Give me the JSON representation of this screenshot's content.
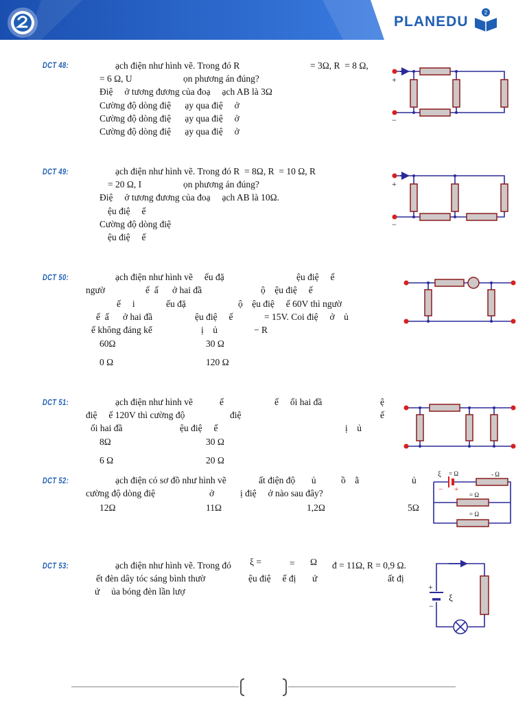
{
  "brand": {
    "name": "PLANEDU"
  },
  "questions": [
    {
      "label": "DCT 48:",
      "lines": [
        "ạch điện như hình vẽ. Trong đó R",
        "= 3Ω, R  = 8 Ω,",
        "= 6 Ω, U",
        "ọn phương án đúng?",
        "Điệ     ở tương đương của đoạ     ạch AB là 3Ω",
        "Cường độ dòng điệ      ạy qua điệ     ở",
        "Cường độ dòng điệ      ạy qua điệ     ở",
        "Cường độ dòng điệ      ạy qua điệ     ở"
      ]
    },
    {
      "label": "DCT 49:",
      "lines": [
        "ạch điện như hình vẽ. Trong đó R  = 8Ω, R  = 10 Ω, R",
        "= 20 Ω, I",
        "ọn phương án đúng?",
        "Điệ     ở tương đương của đoạ     ạch AB là 10Ω.",
        "ệu điệ     ế",
        "Cường độ dòng điệ",
        "ệu điệ     ế"
      ]
    },
    {
      "label": "DCT 50:",
      "lines": [
        "ạch điện như hình vẽ     ếu đặ",
        "ệu điệ     ế",
        "ngườ",
        "ế  ấ      ở hai đầ",
        "ộ    ệu điệ     ế",
        "ế     i",
        "ếu đặ",
        "ộ    ệu điệ     ế 60V thì ngườ",
        "ế  ấ      ở hai đầ",
        "ệu điệ     ế",
        "= 15V. Coi điệ     ở    ủ",
        "ế không đáng kể",
        "ị    ủ",
        "− R"
      ],
      "options": [
        "60Ω",
        "30 Ω",
        "0 Ω",
        "120 Ω"
      ]
    },
    {
      "label": "DCT 51:",
      "lines": [
        "ạch điện như hình vẽ",
        "ế",
        "ế     ối hai đầ",
        "ệ",
        "điệ     ế 120V thì cường độ",
        "điệ",
        "ế",
        "ối hai đầ",
        "ệu điệ     ế",
        "ị    ủ"
      ],
      "options": [
        "8Ω",
        "30 Ω",
        "6 Ω",
        "20 Ω"
      ]
    },
    {
      "label": "DCT 52:",
      "lines": [
        "ạch điện có sơ đồ như hình vẽ",
        "ất điện độ       ủ",
        "ồ    ằ",
        "ủ",
        "cường độ dòng điệ",
        "ở",
        "ị điệ     ở nào sau đây?"
      ],
      "options": [
        "12Ω",
        "11Ω",
        "1,2Ω",
        "5Ω"
      ],
      "figure": {
        "xi": "ξ",
        "eq1": "=  Ω",
        "eq2": "-  Ω",
        "eq3": "=  Ω",
        "eq4": "=  Ω"
      }
    },
    {
      "label": "DCT 53:",
      "lines": [
        "ạch điện như hình vẽ. Trong đó",
        "ξ =",
        "=",
        "Ω",
        "đ = 11Ω, R = 0,9 Ω.",
        "ết đèn dây tóc sáng bình thườ",
        "ệu điệ     ế đị       ứ",
        "ất đị",
        "ứ     ủa bóng đèn lần lượ"
      ],
      "figure": {
        "xi": "ξ"
      }
    }
  ],
  "signs": {
    "plus": "+",
    "minus": "−"
  }
}
